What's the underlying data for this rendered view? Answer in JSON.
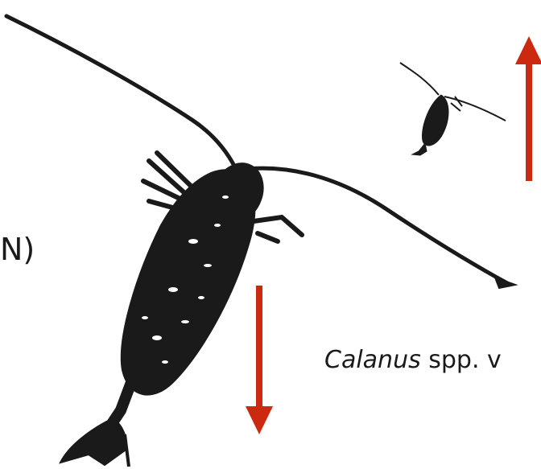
{
  "left_fragment": "N)",
  "caption": {
    "genus": "Calanus",
    "rest": " spp. v"
  },
  "colors": {
    "arrow": "#cc2a10",
    "ink": "#1a1a1a"
  }
}
